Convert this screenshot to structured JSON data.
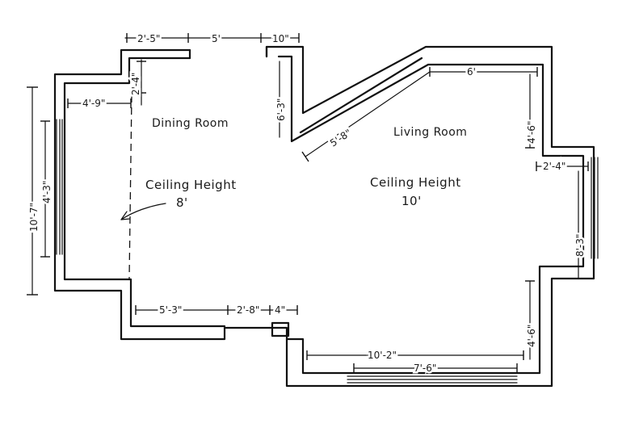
{
  "rooms": {
    "dining": {
      "name": "Dining Room",
      "ceiling_label": "Ceiling Height",
      "ceiling_value": "8'"
    },
    "living": {
      "name": "Living Room",
      "ceiling_label": "Ceiling Height",
      "ceiling_value": "10'"
    }
  },
  "dimensions": {
    "top_left": "2'-5\"",
    "top_opening": "5'",
    "top_right": "10\"",
    "left_jog": "2'-4\"",
    "dining_top": "4'-9\"",
    "left_window": "4'-3\"",
    "left_overall": "10'-7\"",
    "bottom_left": "5'-3\"",
    "bottom_mid": "2'-8\"",
    "bottom_small": "4\"",
    "closet_side": "6'-3\"",
    "diagonal": "5'-8\"",
    "living_top": "6'",
    "right_upper": "4'-6\"",
    "right_jog": "2'-4\"",
    "right_window": "8'-3\"",
    "right_lower": "4'-6\"",
    "living_bottom": "10'-2\"",
    "bottom_window": "7'-6\""
  },
  "colors": {
    "ink": "#111111",
    "paper": "#ffffff"
  }
}
